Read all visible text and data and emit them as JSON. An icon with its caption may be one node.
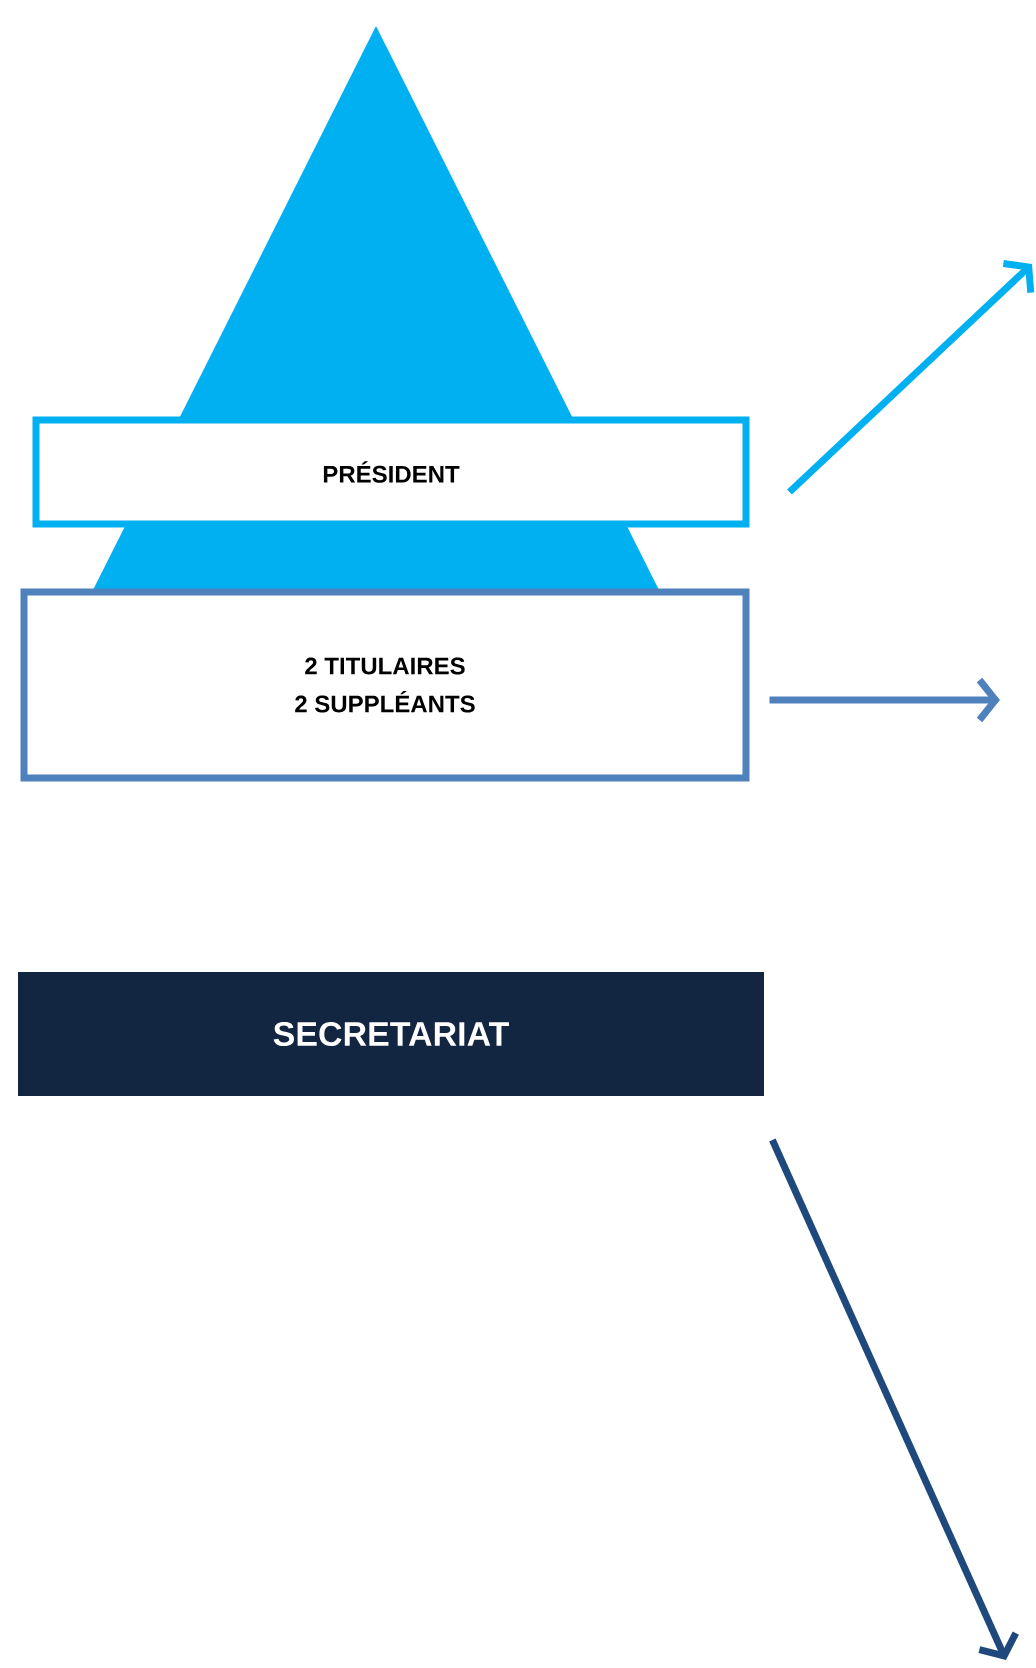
{
  "diagram": {
    "nodes": [
      {
        "text": [
          "PRÉSIDENT"
        ]
      },
      {
        "text": [
          "2 TITULAIRES",
          "2 SUPPLÉANTS"
        ]
      },
      {
        "text": [
          "SECRETARIAT"
        ]
      }
    ],
    "edges": [
      {
        "from": 0,
        "to": null,
        "arrow": "to",
        "color": "#00b0f0"
      },
      {
        "from": 1,
        "to": null,
        "arrow": "to",
        "color": "#4f81bd"
      },
      {
        "from": 2,
        "to": null,
        "arrow": "to",
        "color": "#1f497d"
      }
    ]
  }
}
